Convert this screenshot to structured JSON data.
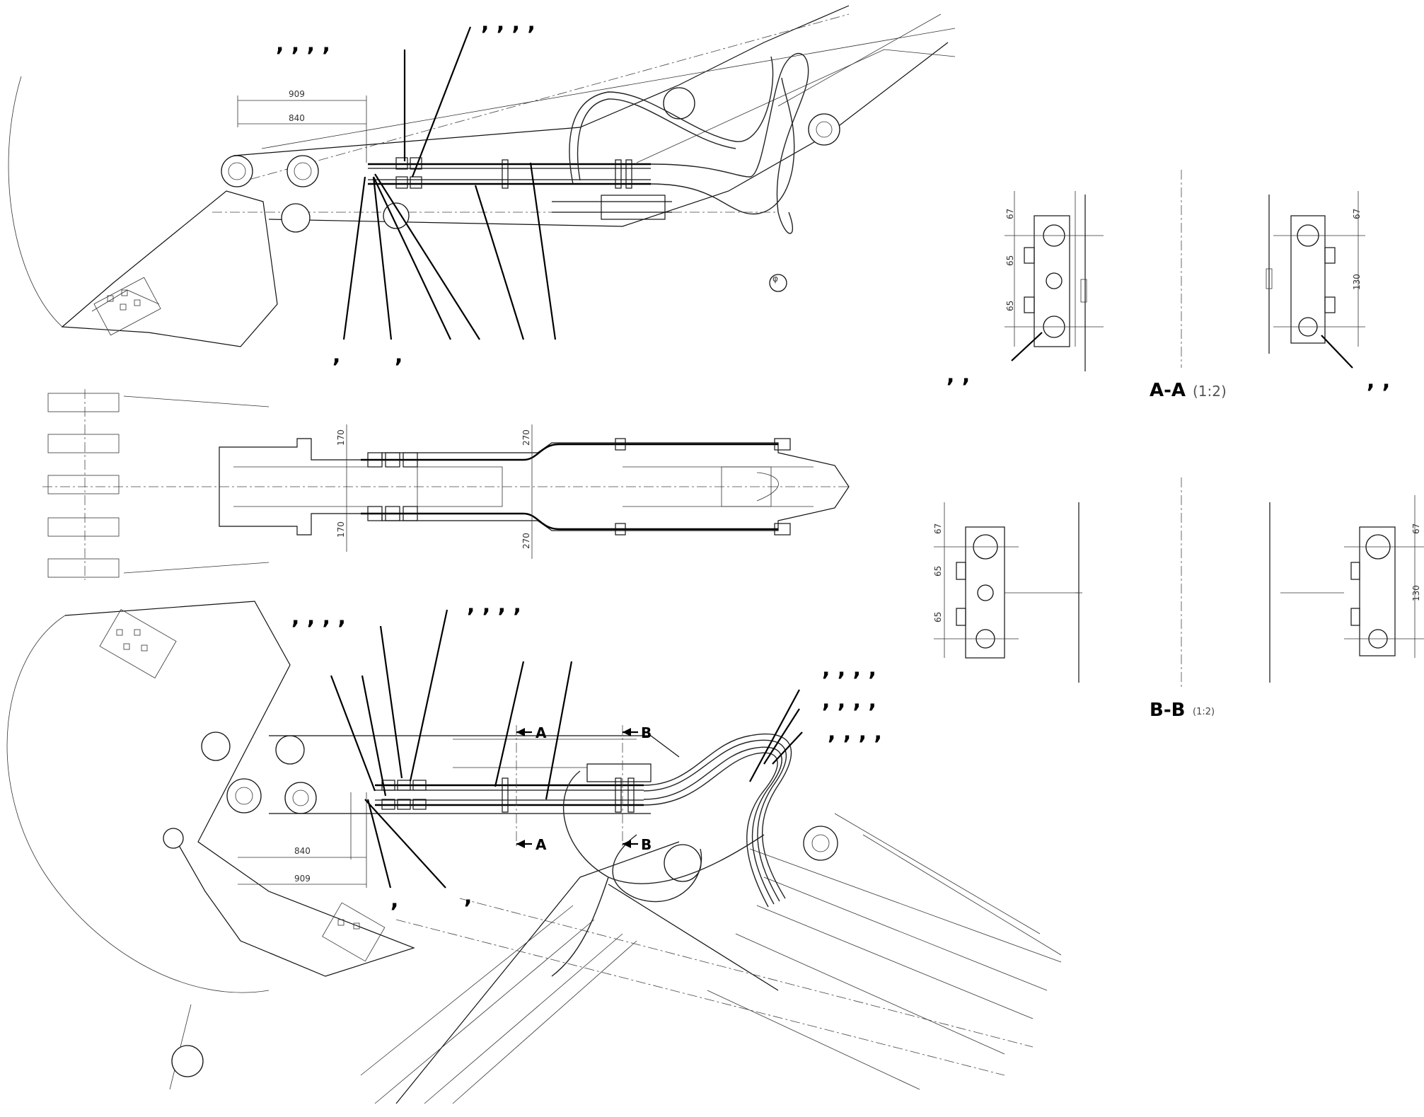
{
  "dimensions": {
    "top_view_a": "909",
    "top_view_b": "840",
    "plan_upper": "170",
    "plan_lower": "170",
    "plan_upper_right": "270",
    "plan_lower_right": "270",
    "bottom_view_a": "840",
    "bottom_view_b": "909",
    "aa_left_top": "67",
    "aa_left_mid": "65",
    "aa_left_bot": "65",
    "aa_right_top": "67",
    "aa_right_span": "130",
    "bb_left_top": "67",
    "bb_left_mid": "65",
    "bb_left_bot": "65",
    "bb_right_top": "67",
    "bb_right_span": "130"
  },
  "sections": {
    "aa_title": "A-A",
    "aa_scale": "(1:2)",
    "bb_title": "B-B",
    "bb_scale": "(1:2)",
    "cut_a": "A",
    "cut_b": "B"
  },
  "callouts": {
    "top_row_1": ",   ,   ,   ,",
    "top_row_2": ",   ,   ,   ,",
    "top_below_1": ",",
    "top_below_2": ",",
    "aa_left": ",   ,",
    "aa_right": ",   ,",
    "bot_row_1": ",   ,   ,   ,",
    "bot_row_2": ",   ,   ,   ,",
    "bot_right_1": ",   ,   ,   ,",
    "bot_right_2": ",   ,   ,   ,",
    "bot_right_3": ",   ,   ,   ,",
    "bot_below_1": ",",
    "bot_below_2": ","
  }
}
